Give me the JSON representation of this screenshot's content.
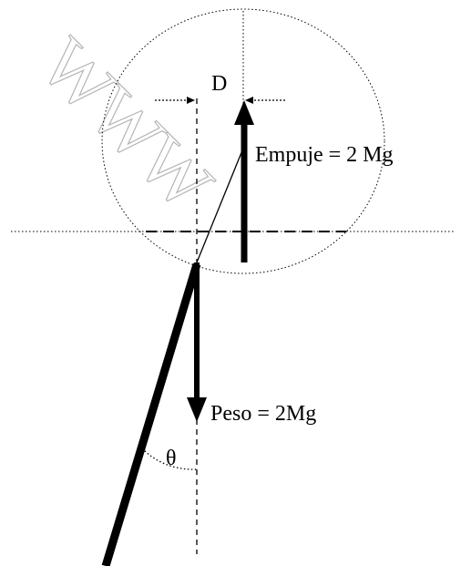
{
  "watermark": {
    "text": "WWW"
  },
  "labels": {
    "d": "D",
    "buoyancy": "Empuje = 2 Mg",
    "weight": "Peso = 2Mg",
    "angle": "θ"
  }
}
